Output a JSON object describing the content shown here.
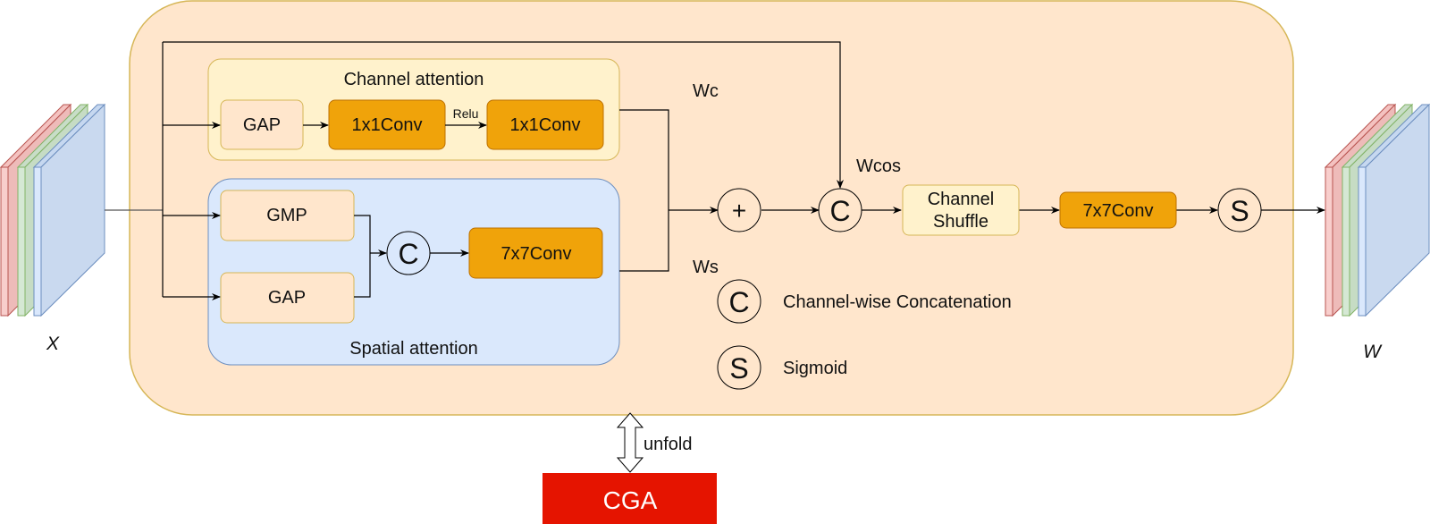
{
  "figure": {
    "input_label": "X",
    "output_label": "W",
    "channel_attention": {
      "title": "Channel attention",
      "gap": "GAP",
      "conv1": "1x1Conv",
      "activation": "Relu",
      "conv2": "1x1Conv"
    },
    "spatial_attention": {
      "title": "Spatial attention",
      "gmp": "GMP",
      "gap": "GAP",
      "concat": "C",
      "conv": "7x7Conv"
    },
    "wc_label": "Wc",
    "ws_label": "Ws",
    "wcos_label": "Wcos",
    "add_symbol": "+",
    "concat_symbol": "C",
    "channel_shuffle_line1": "Channel",
    "channel_shuffle_line2": "Shuffle",
    "final_conv": "7x7Conv",
    "sigmoid_symbol": "S",
    "legend": [
      {
        "symbol": "C",
        "text": "Channel-wise Concatenation"
      },
      {
        "symbol": "S",
        "text": "Sigmoid"
      }
    ],
    "unfold_label": "unfold",
    "cga_label": "CGA"
  },
  "colors": {
    "outer_fill": "#ffe6cc",
    "outer_stroke": "#d6b656",
    "channel_fill": "#fff2cc",
    "spatial_fill": "#dae8fc",
    "spatial_stroke": "#6c8ebf",
    "conv_fill": "#f0a30a",
    "conv_stroke": "#bd7000",
    "pool_fill": "#ffe6cc",
    "cga_fill": "#e51400",
    "red_layer": "#f8cecc",
    "green_layer": "#d5e8d4",
    "blue_layer": "#dae8fc"
  }
}
